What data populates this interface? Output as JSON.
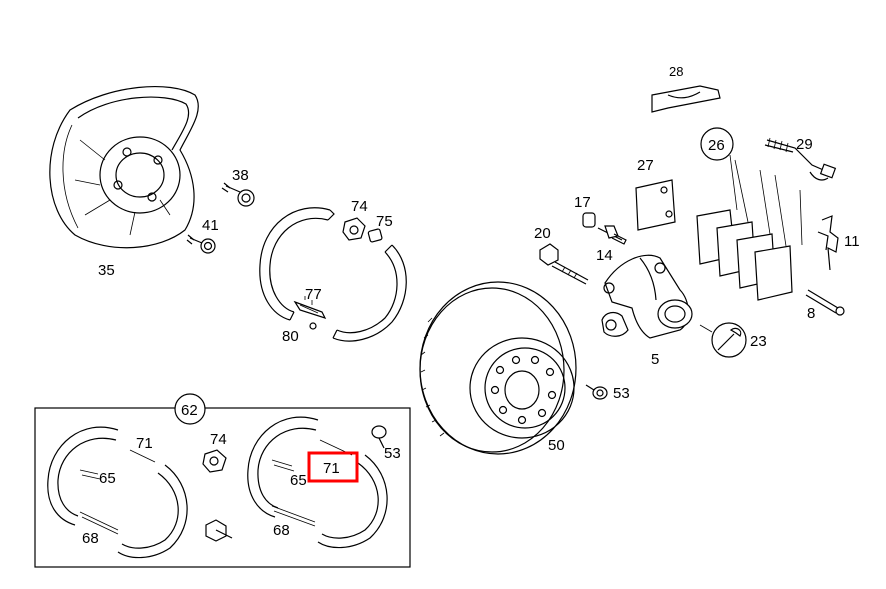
{
  "diagram": {
    "callouts": {
      "c28": "28",
      "c26": "26",
      "c29": "29",
      "c27": "27",
      "c17": "17",
      "c20": "20",
      "c14": "14",
      "c11": "11",
      "c8": "8",
      "c23": "23",
      "c5": "5",
      "c53a": "53",
      "c50": "50",
      "c38": "38",
      "c41": "41",
      "c35": "35",
      "c74a": "74",
      "c75": "75",
      "c77": "77",
      "c80": "80",
      "c62": "62",
      "c71a": "71",
      "c65a": "65",
      "c68a": "68",
      "c74b": "74",
      "c53b": "53",
      "c71b": "71",
      "c65b": "65",
      "c68b": "68"
    },
    "highlighted_callout": "71",
    "highlight_color": "#ff0000"
  }
}
